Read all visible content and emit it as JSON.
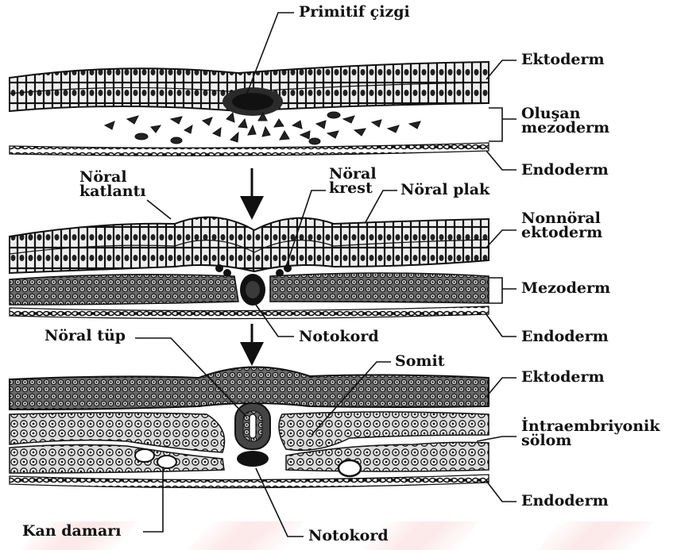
{
  "labels": {
    "primitif_cizgi": "Primitif çizgi",
    "ektoderm_top": "Ektoderm",
    "olusan_mezoderm_1": "Oluşan",
    "olusan_mezoderm_2": "mezoderm",
    "endoderm_top": "Endoderm",
    "noral_katlanti_1": "Nöral",
    "noral_katlanti_2": "katlantı",
    "noral_krest_1": "Nöral",
    "noral_krest_2": "krest",
    "noral_plak": "Nöral plak",
    "nonnoral_ektoderm_1": "Nonnöral",
    "nonnoral_ektoderm_2": "ektoderm",
    "mezoderm": "Mezoderm",
    "notokord_mid": "Notokord",
    "endoderm_mid": "Endoderm",
    "noral_tup": "Nöral tüp",
    "somit": "Somit",
    "ektoderm_bottom": "Ektoderm",
    "intraembriyonik_1": "İntraembriyonik",
    "intraembriyonik_2": "sölom",
    "endoderm_bottom": "Endoderm",
    "kan_damari": "Kan damarı",
    "notokord_bottom": "Notokord"
  },
  "colors": {
    "ink": "#111111",
    "cell_fill": "#e9e9e9",
    "dense_fill": "#5a5a5a",
    "watermark": "#f6d4d4"
  }
}
